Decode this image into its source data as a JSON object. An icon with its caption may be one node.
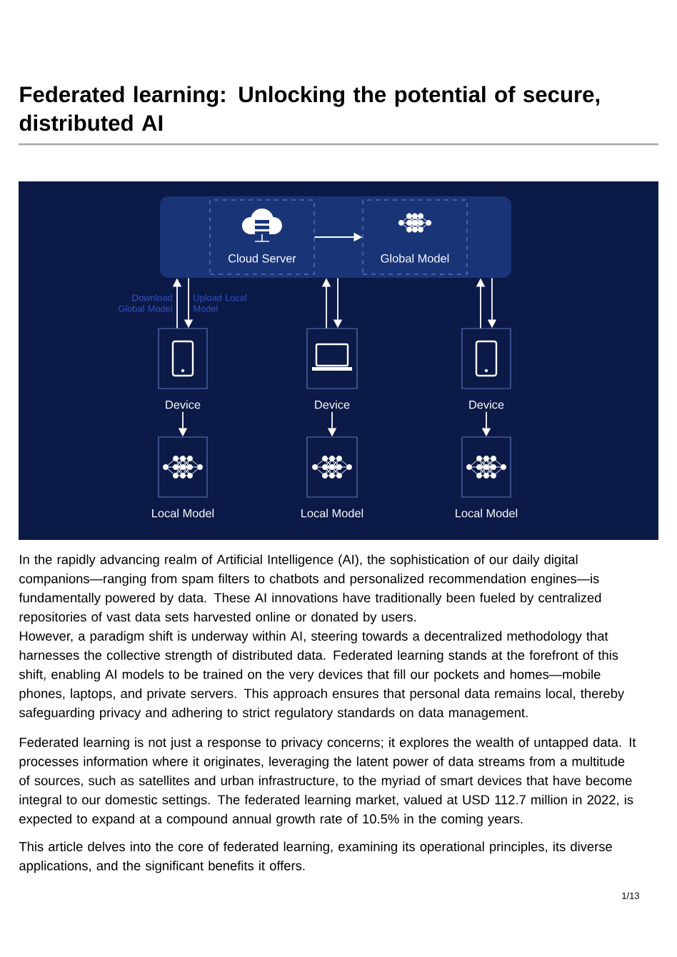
{
  "diagram": {
    "title": "Federated learning: Unlocking the potential of secure, distributed AI",
    "nodes": [
      {
        "text": [],
        "shape": "box"
      },
      {
        "text": [
          "Cloud Server"
        ],
        "in": 0
      },
      {
        "text": [
          "Global Model"
        ],
        "in": 0
      },
      {
        "text": [
          "Device"
        ]
      },
      {
        "text": [
          "Device"
        ]
      },
      {
        "text": [
          "Device"
        ]
      },
      {
        "text": [
          "Local Model"
        ]
      },
      {
        "text": [
          "Local Model"
        ]
      },
      {
        "text": [
          "Local Model"
        ]
      }
    ],
    "edges": [
      {
        "from": 1,
        "to": 2,
        "arrow": "to"
      },
      {
        "from": 3,
        "to": 0,
        "arrow": "to",
        "label": "Download Global Model"
      },
      {
        "from": 0,
        "to": 3,
        "arrow": "to",
        "label": "Upload Local Model"
      },
      {
        "from": 4,
        "to": 0,
        "arrow": "to"
      },
      {
        "from": 0,
        "to": 4,
        "arrow": "to"
      },
      {
        "from": 5,
        "to": 0,
        "arrow": "to"
      },
      {
        "from": 0,
        "to": 5,
        "arrow": "to"
      },
      {
        "from": 3,
        "to": 6,
        "arrow": "to"
      },
      {
        "from": 4,
        "to": 7,
        "arrow": "to"
      },
      {
        "from": 5,
        "to": 8,
        "arrow": "to"
      }
    ],
    "labels": [
      "In the rapidly advancing realm of Artificial Intelligence (AI), the sophistication of our daily digital companions—ranging from spam filters to chatbots and personalized recommendation engines—is fundamentally powered by data. These AI innovations have traditionally been fueled by centralized repositories of vast data sets harvested online or donated by users.",
      "However, a paradigm shift is underway within AI, steering towards a decentralized methodology that harnesses the collective strength of distributed data. Federated learning stands at the forefront of this shift, enabling AI models to be trained on the very devices that fill our pockets and homes—mobile phones, laptops, and private servers. This approach ensures that personal data remains local, thereby safeguarding privacy and adhering to strict regulatory standards on data management.",
      "Federated learning is not just a response to privacy concerns; it explores the wealth of untapped data. It processes information where it originates, leveraging the latent power of data streams from a multitude of sources, such as satellites and urban infrastructure, to the myriad of smart devices that have become integral to our domestic settings. The federated learning market, valued at USD 112.7 million in 2022, is expected to expand at a compound annual growth rate of 10.5% in the coming years.",
      "This article delves into the core of federated learning, examining its operational principles, its diverse applications, and the significant benefits it offers.",
      "1/13"
    ]
  }
}
